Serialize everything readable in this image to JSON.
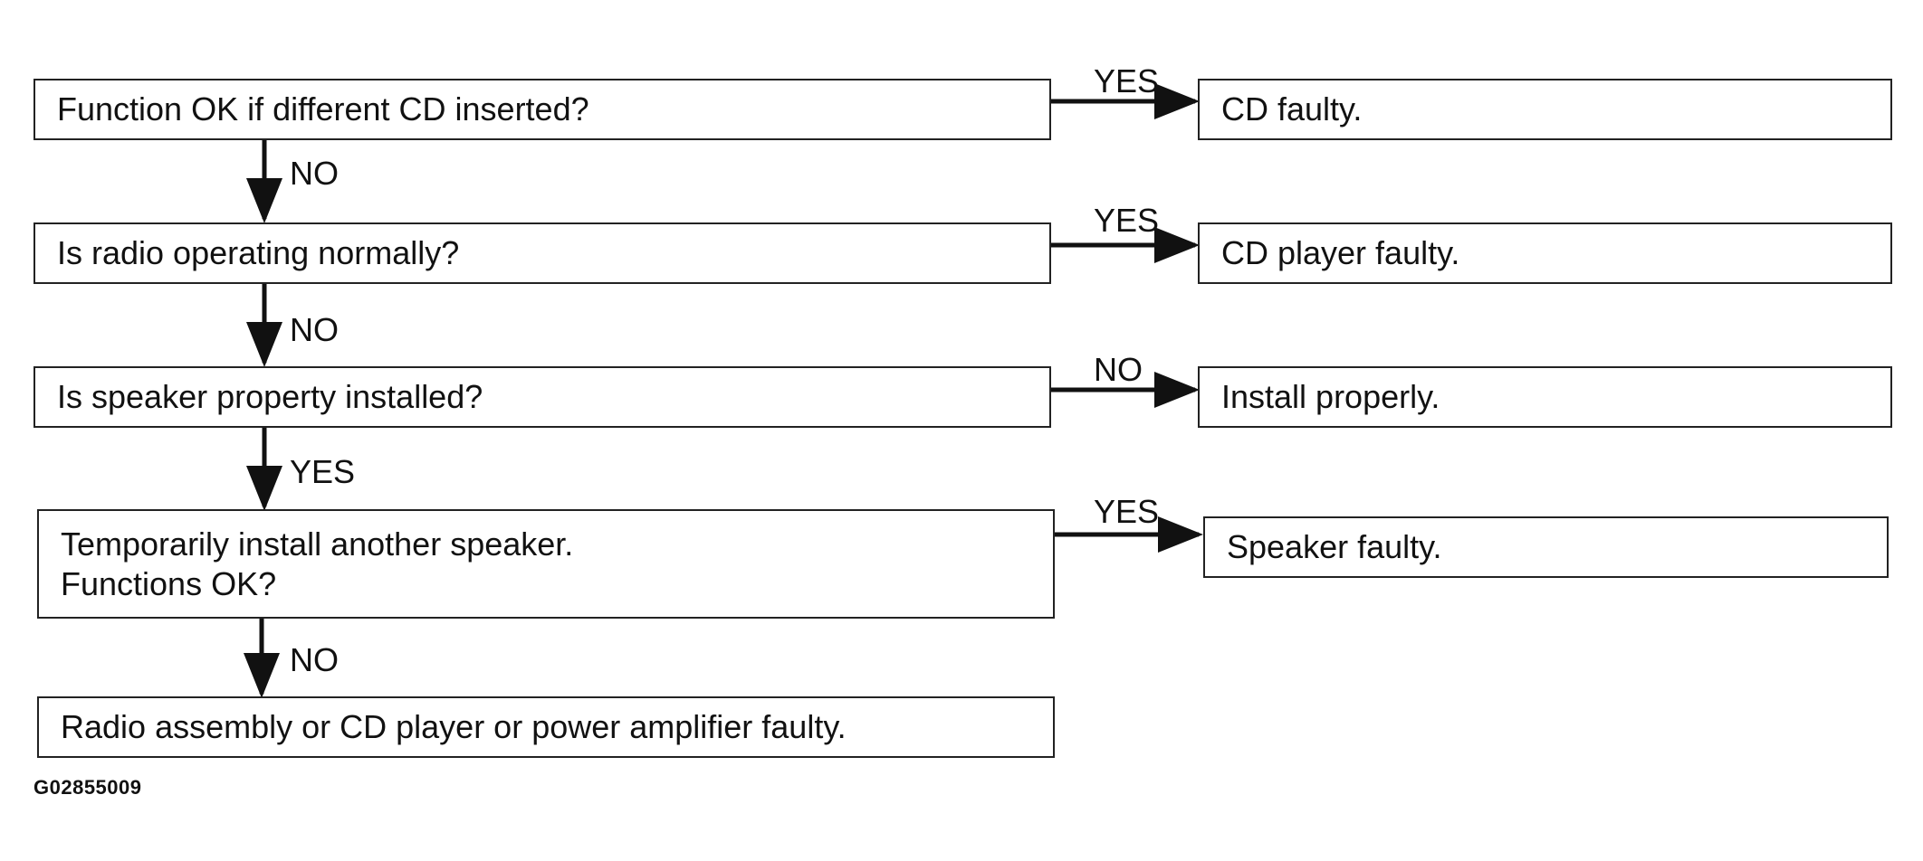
{
  "diagram": {
    "steps": [
      {
        "question": "Function OK if different CD inserted?",
        "branch_label": "YES",
        "result": "CD faulty.",
        "down_label": "NO"
      },
      {
        "question": "Is radio operating normally?",
        "branch_label": "YES",
        "result": "CD player faulty.",
        "down_label": "NO"
      },
      {
        "question": "Is speaker property installed?",
        "branch_label": "NO",
        "result": "Install properly.",
        "down_label": "YES"
      },
      {
        "question_line1": "Temporarily install another speaker.",
        "question_line2": "Functions OK?",
        "branch_label": "YES",
        "result": "Speaker faulty.",
        "down_label": "NO"
      }
    ],
    "final": "Radio assembly or CD player or power amplifier faulty.",
    "figure_id": "G02855009"
  }
}
